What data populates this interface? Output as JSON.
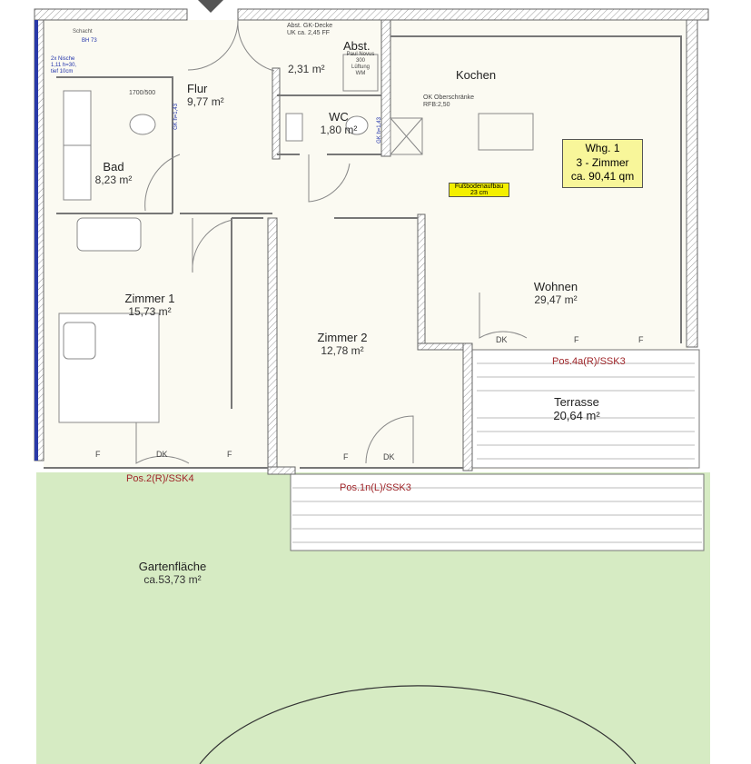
{
  "plan": {
    "rooms": [
      {
        "name": "Flur",
        "area": "9,77 m²"
      },
      {
        "name": "Bad",
        "area": "8,23 m²"
      },
      {
        "name": "Abst.",
        "area": "2,31 m²"
      },
      {
        "name": "WC",
        "area": "1,80 m²"
      },
      {
        "name": "Kochen",
        "area": ""
      },
      {
        "name": "Wohnen",
        "area": "29,47 m²"
      },
      {
        "name": "Zimmer 1",
        "area": "15,73 m²"
      },
      {
        "name": "Zimmer 2",
        "area": "12,78 m²"
      },
      {
        "name": "Terrasse",
        "area": "20,64 m²"
      },
      {
        "name": "Gartenfläche",
        "area": "ca.53,73 m²"
      }
    ],
    "summary": {
      "line1": "Whg. 1",
      "line2": "3 - Zimmer",
      "line3": "ca. 90,41 qm"
    },
    "floor_note": {
      "line1": "Fußbodenaufbau",
      "line2": "23 cm"
    },
    "notes": {
      "ceiling1": "Abst. GK-Decke",
      "ceiling2": "UK ca. 2,45 FF",
      "abst1": "Paul Novus",
      "abst2": "300",
      "abst3": "Lüftung",
      "abst4": "WM",
      "kitchen1": "OK Oberschränke",
      "kitchen2": "RFB:2,50",
      "bath_dim": "1700/500",
      "bad_blue1": "2x Nische",
      "bad_blue2": "1,11 h=30,",
      "bad_blue3": "tief 10cm",
      "bad_blue4": "Schacht",
      "bad_blue5": "BH 73",
      "gk1": "GK h=1,43",
      "gk2": "GK h=1,43"
    },
    "windows": {
      "f": "F",
      "dk": "DK"
    },
    "positions": [
      "Pos.4a(R)/SSK3",
      "Pos.2(R)/SSK4",
      "Pos.1n(L)/SSK3"
    ],
    "colors": {
      "floor": "#fbfaf2",
      "garden": "#d6ebc3",
      "wall": "#888888",
      "label_bg": "#f8f69a",
      "note_bg": "#f4f000",
      "pos_text": "#a0262a"
    }
  }
}
